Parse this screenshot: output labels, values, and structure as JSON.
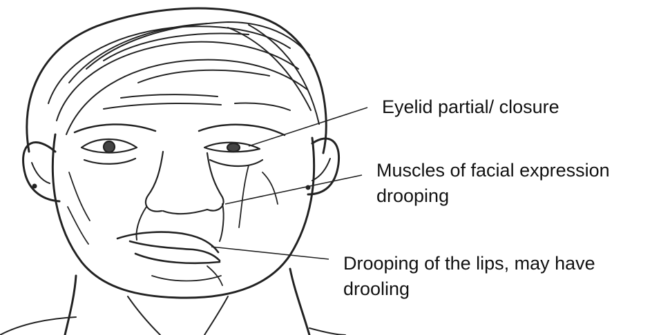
{
  "annotations": [
    {
      "id": "eyelid",
      "lines": [
        "Eyelid partial/ closure"
      ]
    },
    {
      "id": "muscles",
      "lines": [
        "Muscles of facial expression",
        "drooping"
      ]
    },
    {
      "id": "lips",
      "lines": [
        "Drooping of the lips, may have",
        "drooling"
      ]
    }
  ],
  "colors": {
    "line_art": "#222222",
    "text": "#111111",
    "background": "#ffffff"
  }
}
